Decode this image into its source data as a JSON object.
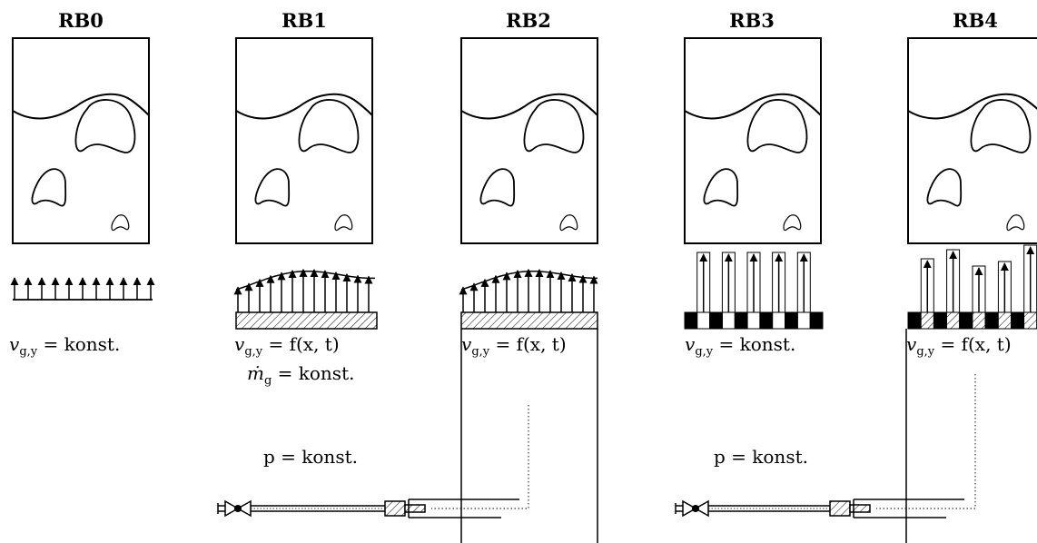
{
  "headers": [
    "RB0",
    "RB1",
    "RB2",
    "RB3",
    "RB4"
  ],
  "labels": {
    "rb0_v": "v",
    "rb0_v_sub": "g,y",
    "rb0_v_rhs": " = konst.",
    "rb1_v": "v",
    "rb1_v_sub": "g,y",
    "rb1_v_rhs": " = f(x, t)",
    "rb1_m": "ṁ",
    "rb1_m_sub": "g",
    "rb1_m_rhs": " = konst.",
    "rb1_p": "p = konst.",
    "rb2_v": "v",
    "rb2_v_sub": "g,y",
    "rb2_v_rhs": " = f(x, t)",
    "rb3_v": "v",
    "rb3_v_sub": "g,y",
    "rb3_v_rhs": " = konst.",
    "rb3_p": "p = konst.",
    "rb4_v": "v",
    "rb4_v_sub": "g,y",
    "rb4_v_rhs": " = f(x, t)"
  }
}
